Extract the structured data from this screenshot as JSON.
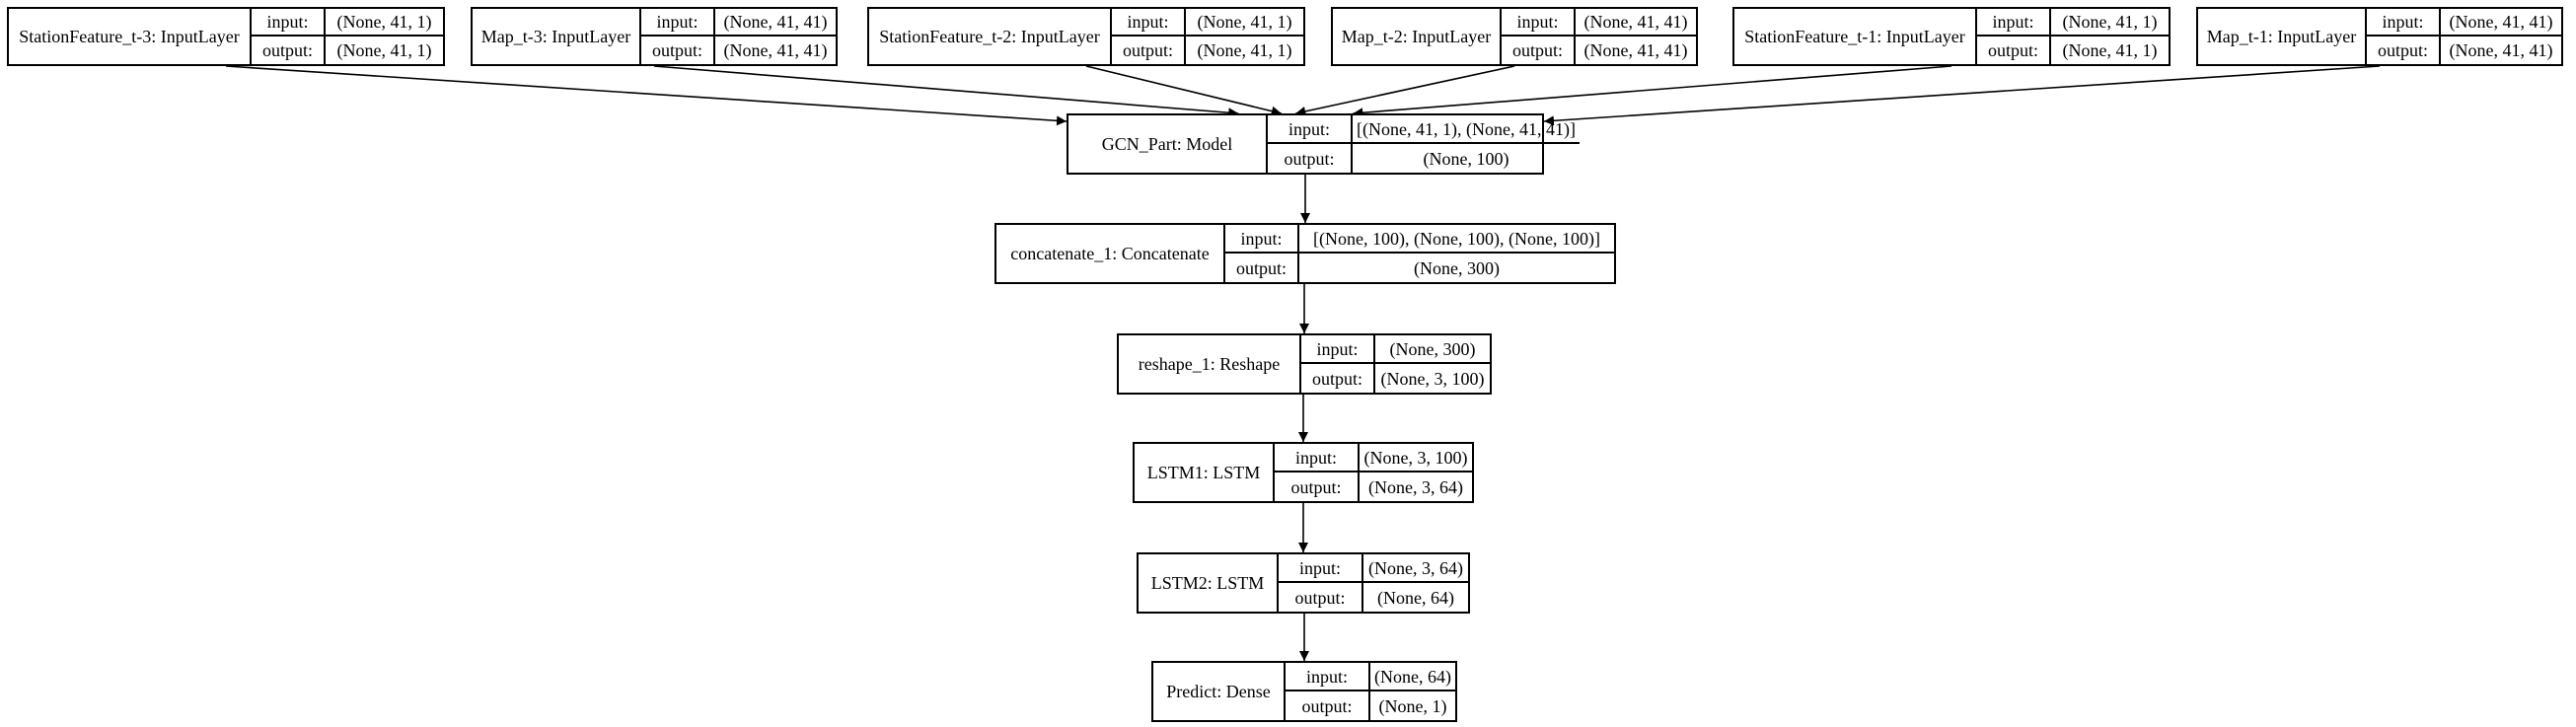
{
  "diagram": {
    "nodes": {
      "station_t3": {
        "label": "StationFeature_t-3: InputLayer",
        "input_key": "input:",
        "output_key": "output:",
        "input": "(None, 41, 1)",
        "output": "(None, 41, 1)"
      },
      "map_t3": {
        "label": "Map_t-3: InputLayer",
        "input_key": "input:",
        "output_key": "output:",
        "input": "(None, 41, 41)",
        "output": "(None, 41, 41)"
      },
      "station_t2": {
        "label": "StationFeature_t-2: InputLayer",
        "input_key": "input:",
        "output_key": "output:",
        "input": "(None, 41, 1)",
        "output": "(None, 41, 1)"
      },
      "map_t2": {
        "label": "Map_t-2: InputLayer",
        "input_key": "input:",
        "output_key": "output:",
        "input": "(None, 41, 41)",
        "output": "(None, 41, 41)"
      },
      "station_t1": {
        "label": "StationFeature_t-1: InputLayer",
        "input_key": "input:",
        "output_key": "output:",
        "input": "(None, 41, 1)",
        "output": "(None, 41, 1)"
      },
      "map_t1": {
        "label": "Map_t-1: InputLayer",
        "input_key": "input:",
        "output_key": "output:",
        "input": "(None, 41, 41)",
        "output": "(None, 41, 41)"
      },
      "gcn": {
        "label": "GCN_Part: Model",
        "input_key": "input:",
        "output_key": "output:",
        "input": "[(None, 41, 1), (None, 41, 41)]",
        "output": "(None, 100)"
      },
      "concat": {
        "label": "concatenate_1: Concatenate",
        "input_key": "input:",
        "output_key": "output:",
        "input": "[(None, 100), (None, 100), (None, 100)]",
        "output": "(None, 300)"
      },
      "reshape": {
        "label": "reshape_1: Reshape",
        "input_key": "input:",
        "output_key": "output:",
        "input": "(None, 300)",
        "output": "(None, 3, 100)"
      },
      "lstm1": {
        "label": "LSTM1: LSTM",
        "input_key": "input:",
        "output_key": "output:",
        "input": "(None, 3, 100)",
        "output": "(None, 3, 64)"
      },
      "lstm2": {
        "label": "LSTM2: LSTM",
        "input_key": "input:",
        "output_key": "output:",
        "input": "(None, 3, 64)",
        "output": "(None, 64)"
      },
      "predict": {
        "label": "Predict: Dense",
        "input_key": "input:",
        "output_key": "output:",
        "input": "(None, 64)",
        "output": "(None, 1)"
      }
    },
    "edges": [
      [
        "station_t3",
        "gcn"
      ],
      [
        "map_t3",
        "gcn"
      ],
      [
        "station_t2",
        "gcn"
      ],
      [
        "map_t2",
        "gcn"
      ],
      [
        "station_t1",
        "gcn"
      ],
      [
        "map_t1",
        "gcn"
      ],
      [
        "gcn",
        "concat"
      ],
      [
        "concat",
        "reshape"
      ],
      [
        "reshape",
        "lstm1"
      ],
      [
        "lstm1",
        "lstm2"
      ],
      [
        "lstm2",
        "predict"
      ]
    ],
    "edge_color": "#000000"
  }
}
